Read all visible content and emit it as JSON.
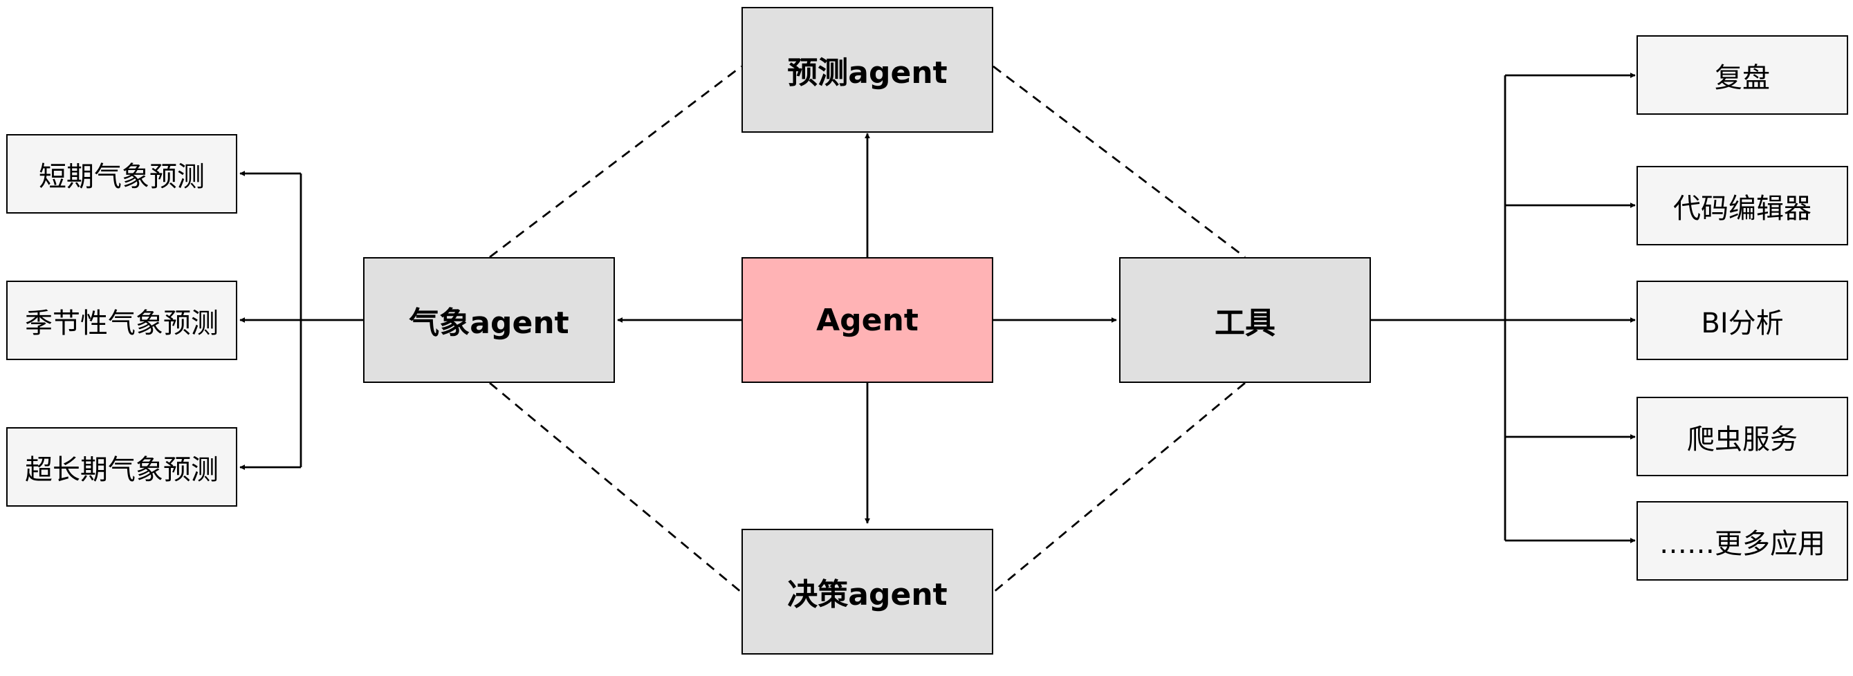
{
  "nodes": {
    "center": "Agent",
    "forecast_agent": "预测agent",
    "weather_agent": "气象agent",
    "tools": "工具",
    "decision_agent": "决策agent"
  },
  "weather_items": [
    "短期气象预测",
    "季节性气象预测",
    "超长期气象预测"
  ],
  "tool_items": [
    "复盘",
    "代码编辑器",
    "BI分析",
    "爬虫服务",
    "……更多应用"
  ],
  "colors": {
    "center_fill": "#ffb3b5",
    "main_fill": "#e0e0e0",
    "leaf_fill": "#f5f5f5",
    "stroke": "#000000"
  }
}
